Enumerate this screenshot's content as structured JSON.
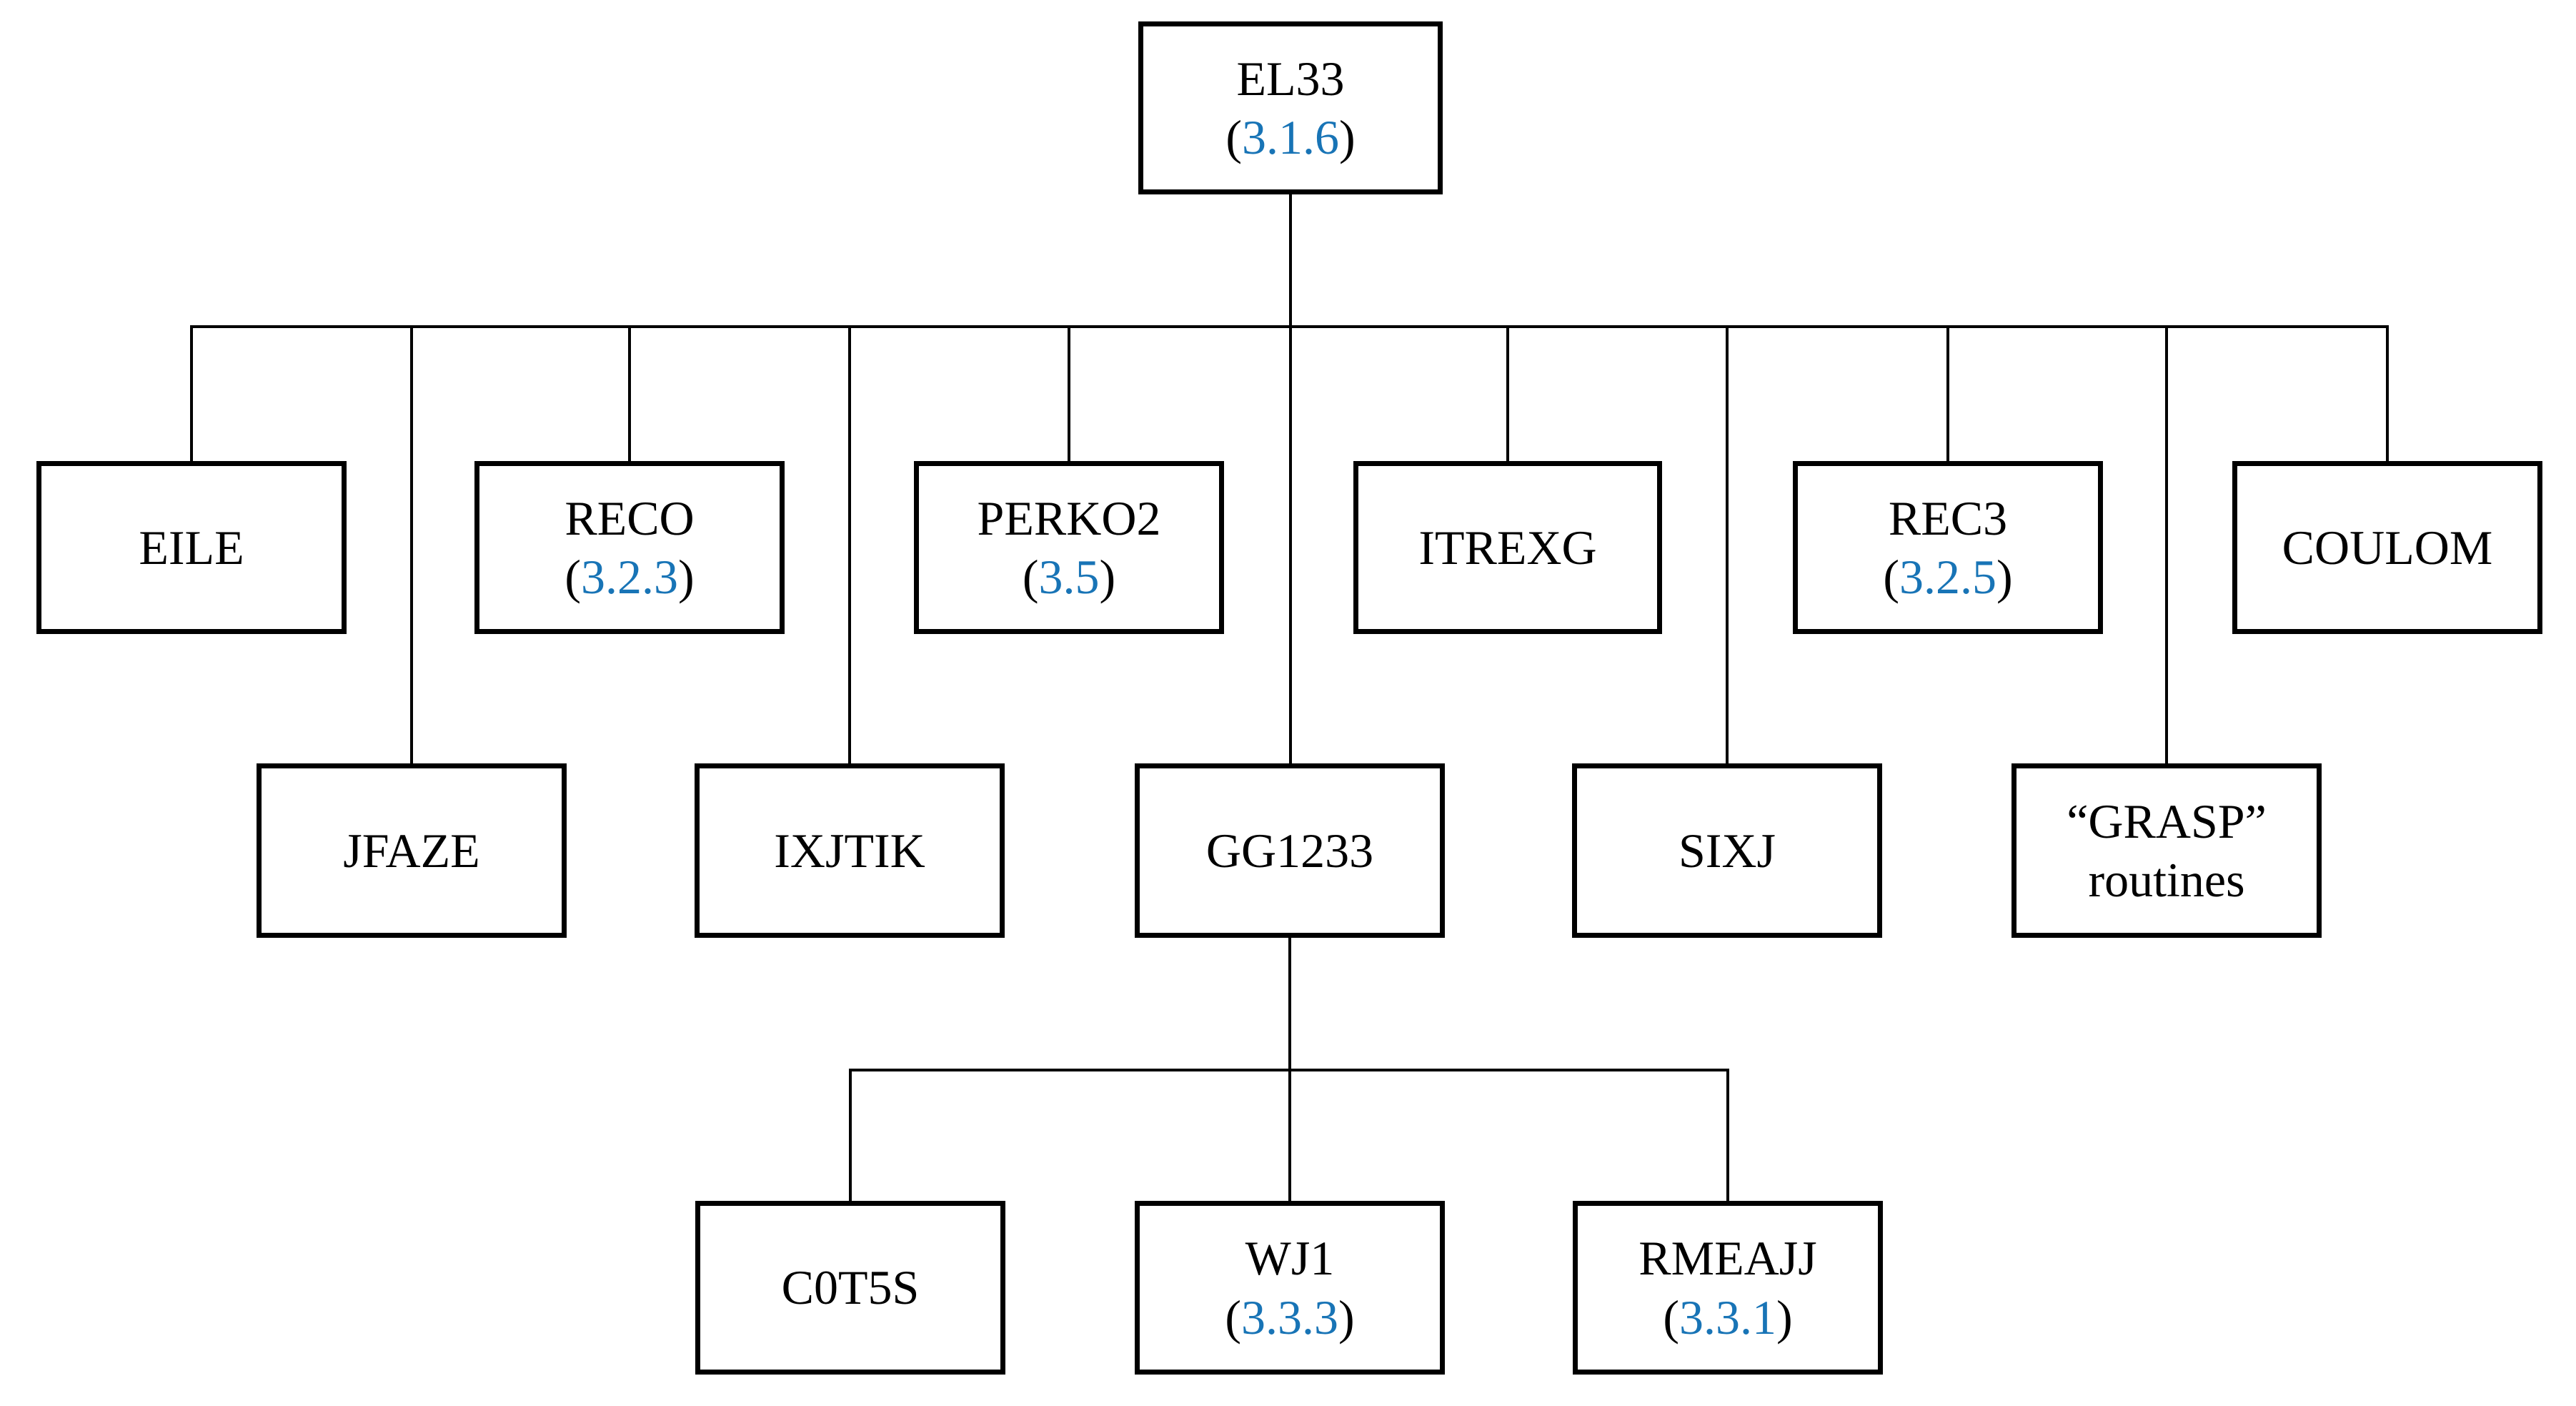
{
  "diagram": {
    "type": "call-tree",
    "colors": {
      "background": "#ffffff",
      "line": "#000000",
      "text": "#000000",
      "version_number": "#1874b6"
    },
    "punctuation": {
      "open_paren": "(",
      "close_paren": ")"
    },
    "nodes": {
      "el33": {
        "label": "EL33",
        "version": "3.1.6"
      },
      "eile": {
        "label": "EILE"
      },
      "reco": {
        "label": "RECO",
        "version": "3.2.3"
      },
      "perko2": {
        "label": "PERKO2",
        "version": "3.5"
      },
      "itrexg": {
        "label": "ITREXG"
      },
      "rec3": {
        "label": "REC3",
        "version": "3.2.5"
      },
      "coulom": {
        "label": "COULOM"
      },
      "jfaze": {
        "label": "JFAZE"
      },
      "ixjtik": {
        "label": "IXJTIK"
      },
      "gg1233": {
        "label": "GG1233"
      },
      "sixj": {
        "label": "SIXJ"
      },
      "grasp": {
        "label_line1": "“GRASP”",
        "label_line2": "routines"
      },
      "c0t5s": {
        "label": "C0T5S"
      },
      "wj1": {
        "label": "WJ1",
        "version": "3.3.3"
      },
      "rmeajj": {
        "label": "RMEAJJ",
        "version": "3.3.1"
      }
    },
    "edges": [
      {
        "from": "EL33",
        "to": "EILE"
      },
      {
        "from": "EL33",
        "to": "RECO"
      },
      {
        "from": "EL33",
        "to": "PERKO2"
      },
      {
        "from": "EL33",
        "to": "ITREXG"
      },
      {
        "from": "EL33",
        "to": "REC3"
      },
      {
        "from": "EL33",
        "to": "COULOM"
      },
      {
        "from": "EL33",
        "to": "JFAZE"
      },
      {
        "from": "EL33",
        "to": "IXJTIK"
      },
      {
        "from": "EL33",
        "to": "GG1233"
      },
      {
        "from": "EL33",
        "to": "SIXJ"
      },
      {
        "from": "EL33",
        "to": "“GRASP” routines"
      },
      {
        "from": "GG1233",
        "to": "C0T5S"
      },
      {
        "from": "GG1233",
        "to": "WJ1"
      },
      {
        "from": "GG1233",
        "to": "RMEAJJ"
      }
    ]
  }
}
